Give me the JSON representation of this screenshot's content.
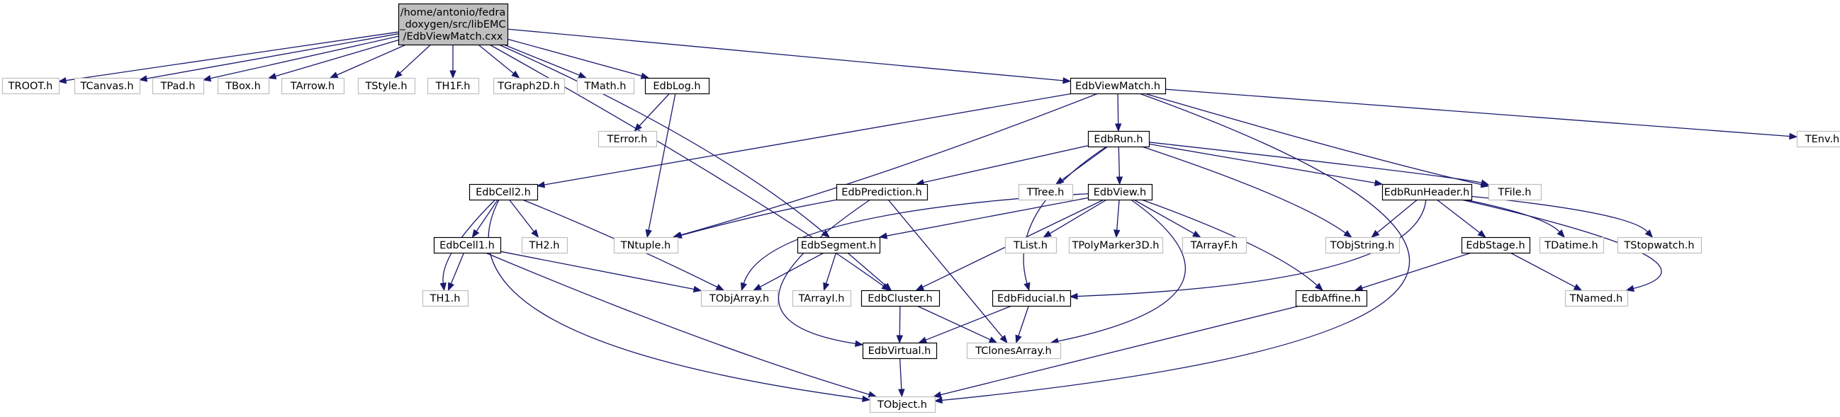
{
  "graph": {
    "root": {
      "id": "root",
      "lines": [
        "/home/antonio/fedra",
        "_doxygen/src/libEMC",
        "/EdbViewMatch.cxx"
      ]
    },
    "nodes": [
      {
        "id": "TROOT",
        "label": "TROOT.h",
        "documented": false
      },
      {
        "id": "TCanvas",
        "label": "TCanvas.h",
        "documented": false
      },
      {
        "id": "TPad",
        "label": "TPad.h",
        "documented": false
      },
      {
        "id": "TBox",
        "label": "TBox.h",
        "documented": false
      },
      {
        "id": "TArrow",
        "label": "TArrow.h",
        "documented": false
      },
      {
        "id": "TStyle",
        "label": "TStyle.h",
        "documented": false
      },
      {
        "id": "TH1F",
        "label": "TH1F.h",
        "documented": false
      },
      {
        "id": "TGraph2D",
        "label": "TGraph2D.h",
        "documented": false
      },
      {
        "id": "TMath",
        "label": "TMath.h",
        "documented": false
      },
      {
        "id": "EdbLog",
        "label": "EdbLog.h",
        "documented": true
      },
      {
        "id": "EdbViewMatch",
        "label": "EdbViewMatch.h",
        "documented": true
      },
      {
        "id": "TEnv",
        "label": "TEnv.h",
        "documented": false
      },
      {
        "id": "TError",
        "label": "TError.h",
        "documented": false
      },
      {
        "id": "EdbRun",
        "label": "EdbRun.h",
        "documented": true
      },
      {
        "id": "EdbCell2",
        "label": "EdbCell2.h",
        "documented": true
      },
      {
        "id": "EdbPrediction",
        "label": "EdbPrediction.h",
        "documented": true
      },
      {
        "id": "TTree",
        "label": "TTree.h",
        "documented": false
      },
      {
        "id": "EdbView",
        "label": "EdbView.h",
        "documented": true
      },
      {
        "id": "EdbRunHeader",
        "label": "EdbRunHeader.h",
        "documented": true
      },
      {
        "id": "TFile",
        "label": "TFile.h",
        "documented": false
      },
      {
        "id": "TNtuple",
        "label": "TNtuple.h",
        "documented": false
      },
      {
        "id": "EdbCell1",
        "label": "EdbCell1.h",
        "documented": true
      },
      {
        "id": "TH2",
        "label": "TH2.h",
        "documented": false
      },
      {
        "id": "EdbSegment",
        "label": "EdbSegment.h",
        "documented": true
      },
      {
        "id": "TList",
        "label": "TList.h",
        "documented": false
      },
      {
        "id": "TPolyMarker3D",
        "label": "TPolyMarker3D.h",
        "documented": false
      },
      {
        "id": "TArrayF",
        "label": "TArrayF.h",
        "documented": false
      },
      {
        "id": "TObjString",
        "label": "TObjString.h",
        "documented": false
      },
      {
        "id": "EdbStage",
        "label": "EdbStage.h",
        "documented": true
      },
      {
        "id": "TDatime",
        "label": "TDatime.h",
        "documented": false
      },
      {
        "id": "TStopwatch",
        "label": "TStopwatch.h",
        "documented": false
      },
      {
        "id": "TH1",
        "label": "TH1.h",
        "documented": false
      },
      {
        "id": "TObjArray",
        "label": "TObjArray.h",
        "documented": false
      },
      {
        "id": "TArrayI",
        "label": "TArrayI.h",
        "documented": false
      },
      {
        "id": "EdbCluster",
        "label": "EdbCluster.h",
        "documented": true
      },
      {
        "id": "EdbFiducial",
        "label": "EdbFiducial.h",
        "documented": true
      },
      {
        "id": "EdbAffine",
        "label": "EdbAffine.h",
        "documented": true
      },
      {
        "id": "TNamed",
        "label": "TNamed.h",
        "documented": false
      },
      {
        "id": "EdbVirtual",
        "label": "EdbVirtual.h",
        "documented": true
      },
      {
        "id": "TClonesArray",
        "label": "TClonesArray.h",
        "documented": false
      },
      {
        "id": "TObject",
        "label": "TObject.h",
        "documented": false
      }
    ],
    "edges": [
      [
        "root",
        "TROOT"
      ],
      [
        "root",
        "TCanvas"
      ],
      [
        "root",
        "TPad"
      ],
      [
        "root",
        "TBox"
      ],
      [
        "root",
        "TArrow"
      ],
      [
        "root",
        "TStyle"
      ],
      [
        "root",
        "TH1F"
      ],
      [
        "root",
        "TGraph2D"
      ],
      [
        "root",
        "TMath"
      ],
      [
        "root",
        "EdbLog"
      ],
      [
        "root",
        "EdbViewMatch"
      ],
      [
        "root",
        "EdbCluster"
      ],
      [
        "root",
        "EdbSegment"
      ],
      [
        "EdbLog",
        "TError"
      ],
      [
        "EdbLog",
        "TNtuple"
      ],
      [
        "EdbViewMatch",
        "EdbRun"
      ],
      [
        "EdbViewMatch",
        "EdbCell2"
      ],
      [
        "EdbViewMatch",
        "TEnv"
      ],
      [
        "EdbViewMatch",
        "TFile"
      ],
      [
        "EdbViewMatch",
        "TNtuple"
      ],
      [
        "EdbViewMatch",
        "TObject"
      ],
      [
        "EdbRun",
        "TTree"
      ],
      [
        "EdbRun",
        "TFile"
      ],
      [
        "EdbRun",
        "EdbPrediction"
      ],
      [
        "EdbRun",
        "EdbView"
      ],
      [
        "EdbRun",
        "EdbRunHeader"
      ],
      [
        "EdbRun",
        "TObjString"
      ],
      [
        "EdbRun",
        "EdbFiducial"
      ],
      [
        "EdbCell2",
        "EdbCell1"
      ],
      [
        "EdbCell2",
        "TH2"
      ],
      [
        "EdbCell2",
        "TH1"
      ],
      [
        "EdbCell2",
        "TObjArray"
      ],
      [
        "EdbCell2",
        "TObject"
      ],
      [
        "EdbPrediction",
        "TNtuple"
      ],
      [
        "EdbPrediction",
        "TClonesArray"
      ],
      [
        "EdbPrediction",
        "EdbVirtual"
      ],
      [
        "EdbView",
        "TList"
      ],
      [
        "EdbView",
        "TPolyMarker3D"
      ],
      [
        "EdbView",
        "TArrayF"
      ],
      [
        "EdbView",
        "EdbSegment"
      ],
      [
        "EdbView",
        "EdbCluster"
      ],
      [
        "EdbView",
        "TObjArray"
      ],
      [
        "EdbView",
        "EdbAffine"
      ],
      [
        "EdbView",
        "TClonesArray"
      ],
      [
        "EdbRunHeader",
        "TObjString"
      ],
      [
        "EdbRunHeader",
        "EdbStage"
      ],
      [
        "EdbRunHeader",
        "TDatime"
      ],
      [
        "EdbRunHeader",
        "TStopwatch"
      ],
      [
        "EdbRunHeader",
        "TNamed"
      ],
      [
        "EdbRunHeader",
        "EdbFiducial"
      ],
      [
        "EdbCell1",
        "TH1"
      ],
      [
        "EdbCell1",
        "TObjArray"
      ],
      [
        "EdbCell1",
        "TObject"
      ],
      [
        "EdbSegment",
        "TObjArray"
      ],
      [
        "EdbSegment",
        "TArrayI"
      ],
      [
        "EdbSegment",
        "EdbCluster"
      ],
      [
        "EdbStage",
        "TNamed"
      ],
      [
        "EdbStage",
        "EdbAffine"
      ],
      [
        "EdbCluster",
        "EdbVirtual"
      ],
      [
        "EdbCluster",
        "TClonesArray"
      ],
      [
        "EdbFiducial",
        "EdbVirtual"
      ],
      [
        "EdbFiducial",
        "TClonesArray"
      ],
      [
        "EdbAffine",
        "TObject"
      ],
      [
        "EdbVirtual",
        "TObject"
      ]
    ],
    "colors": {
      "edge": "#191970",
      "root_fill": "#bfbfbf",
      "documented_border": "#000000",
      "undocumented_border": "#bfbfbf",
      "text": "#000000"
    }
  }
}
